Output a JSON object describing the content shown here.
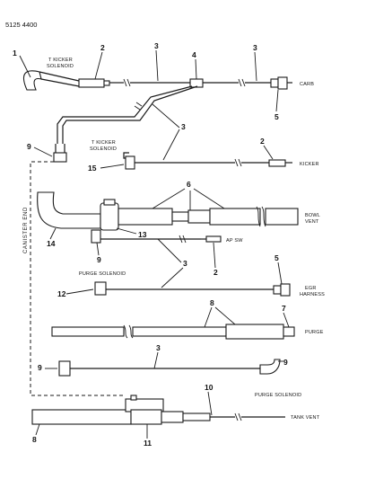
{
  "header": {
    "doc_number": "5125 4400"
  },
  "callouts": {
    "c1": "1",
    "c2a": "2",
    "c3a": "3",
    "c4": "4",
    "c3b": "3",
    "c5a": "5",
    "c3c": "3",
    "c9a": "9",
    "c2b": "2",
    "c15": "15",
    "c6": "6",
    "c14": "14",
    "c13": "13",
    "c9b": "9",
    "c2c": "2",
    "c3d": "3",
    "c5b": "5",
    "c12": "12",
    "c8a": "8",
    "c7": "7",
    "c3e": "3",
    "c9c": "9",
    "c9d": "9",
    "c10": "10",
    "c8b": "8",
    "c11": "11"
  },
  "labels": {
    "t_kicker_solenoid_1a": "T KICKER",
    "t_kicker_solenoid_1b": "SOLENOID",
    "carb": "CARB",
    "t_kicker_solenoid_2a": "T KICKER",
    "t_kicker_solenoid_2b": "SOLENOID",
    "kicker": "KICKER",
    "bowl_vent_a": "BOWL",
    "bowl_vent_b": "VENT",
    "ap_sw": "AP SW",
    "purge_solenoid_top": "PURGE SOLENOID",
    "egr_harness_a": "EGR",
    "egr_harness_b": "HARNESS",
    "purge": "PURGE",
    "purge_solenoid_bottom": "PURGE SOLENOID",
    "tank_vent": "TANK VENT",
    "canister_end": "CANISTER END"
  }
}
